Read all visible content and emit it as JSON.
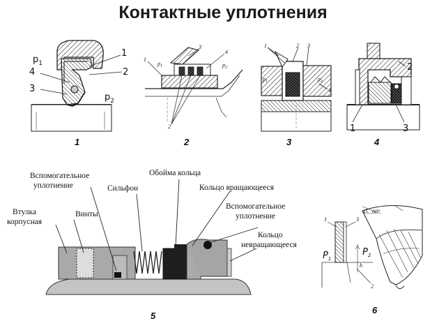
{
  "title": "Контактные уплотнения",
  "figures": {
    "fig1": {
      "number": "1",
      "labels": {
        "p1": "p",
        "p1_sub": "1",
        "p2": "p",
        "p2_sub": "2",
        "n1": "1",
        "n2": "2",
        "n3": "3",
        "n4": "4"
      }
    },
    "fig2": {
      "number": "2",
      "labels": {
        "n1": "1",
        "n2": "2",
        "n3": "3",
        "n4": "4",
        "p1": "p",
        "p1_sub": "1",
        "p2": "p",
        "p2_sub": "2"
      }
    },
    "fig3": {
      "number": "3",
      "labels": {
        "n1": "1",
        "n2": "2",
        "n3": "3",
        "n4": "4",
        "p1": "p",
        "p1_sub": "1",
        "p2": "p",
        "p2_sub": "2"
      }
    },
    "fig4": {
      "number": "4",
      "labels": {
        "n1": "1",
        "n2": "2",
        "n3": "3"
      }
    },
    "fig5": {
      "number": "5",
      "labels": {
        "aux_seal_left_1": "Вспомогательное",
        "aux_seal_left_2": "уплотнение",
        "bellows": "Сильфон",
        "ring_holder": "Обойма кольца",
        "rotating_ring": "Кольцо вращающееся",
        "aux_seal_right_1": "Вспомогательное",
        "aux_seal_right_2": "уплотнение",
        "housing_sleeve_1": "Втулка",
        "housing_sleeve_2": "корпусная",
        "screws": "Винты",
        "fixed_ring_1": "Кольцо",
        "fixed_ring_2": "невращающееся"
      }
    },
    "fig6": {
      "number": "6",
      "labels": {
        "angle": "45...60°",
        "n1": "1",
        "n2": "2",
        "n3": "3",
        "p1": "P",
        "p1_sub": "1",
        "p2": "P",
        "p2_sub": "2",
        "h": "h"
      }
    }
  }
}
